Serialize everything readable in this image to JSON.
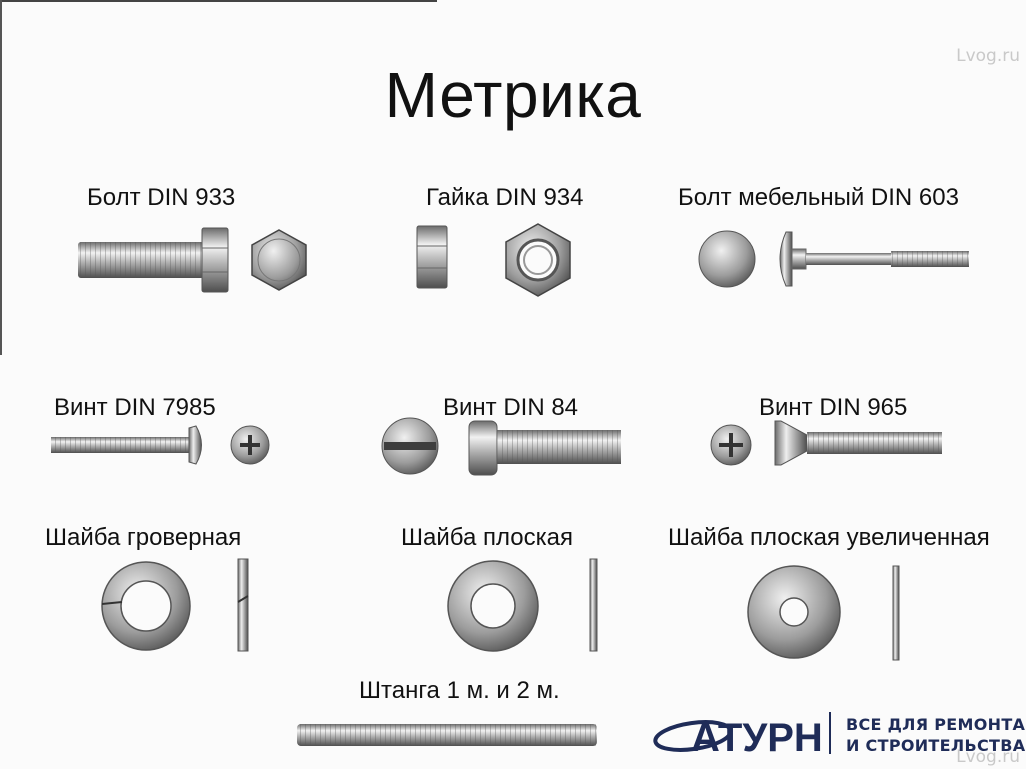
{
  "title": "Метрика",
  "watermarks": {
    "top": "Lvog.ru",
    "bottom": "Lvog.ru"
  },
  "items": [
    {
      "label": "Болт DIN 933",
      "icon": "hex-bolt-icon"
    },
    {
      "label": "Гайка DIN 934",
      "icon": "hex-nut-icon"
    },
    {
      "label": "Болт мебельный DIN 603",
      "icon": "carriage-bolt-icon"
    },
    {
      "label": "Винт DIN 7985",
      "icon": "pan-head-screw-icon"
    },
    {
      "label": "Винт DIN 84",
      "icon": "cheese-head-screw-icon"
    },
    {
      "label": "Винт DIN 965",
      "icon": "countersunk-screw-icon"
    },
    {
      "label": "Шайба гроверная",
      "icon": "spring-washer-icon"
    },
    {
      "label": "Шайба плоская",
      "icon": "flat-washer-icon"
    },
    {
      "label": "Шайба плоская увеличенная",
      "icon": "large-flat-washer-icon"
    },
    {
      "label": "Штанга 1 м. и 2 м.",
      "icon": "threaded-rod-icon"
    }
  ],
  "logo": {
    "mark": "АТУРН",
    "line1": "ВСЕ ДЛЯ РЕМОНТА",
    "line2": "И СТРОИТЕЛЬСТВА",
    "color": "#1f2c58"
  }
}
